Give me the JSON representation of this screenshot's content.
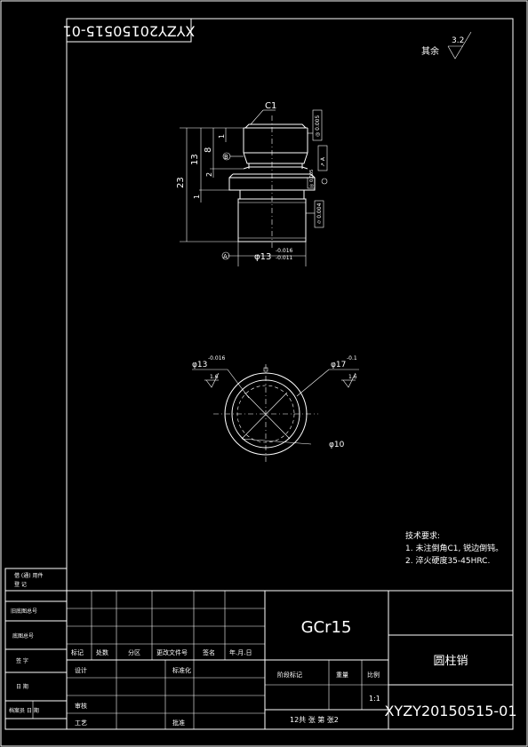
{
  "stamp": {
    "code_upside_down": "XYZY20150515-01"
  },
  "roughness": {
    "label": "其余",
    "value": "3.2"
  },
  "front_view": {
    "chamfer": "C1",
    "dim_total": "23",
    "dim_13": "13",
    "dim_8": "8",
    "dim_1a": "1",
    "dim_2": "2",
    "dim_1b": "1",
    "diameter": "φ13",
    "diameter_tol_upper": "-0.016",
    "diameter_tol_lower": "-0.011",
    "datum_a": "A",
    "datum_b": "B",
    "tol_frame_1": "◎ 0.005",
    "tol_frame_2": "↗ A",
    "tol_frame_3": "⌭ 0.004",
    "tol_frame_4": "◎ 0.005"
  },
  "section_view": {
    "dia_left": "φ13",
    "dia_left_tol": "-0.016",
    "rough_left": "1.6",
    "dia_right": "φ17",
    "dia_right_tol": "-0.1",
    "rough_right": "1.6",
    "dia_inner": "φ10"
  },
  "tech_req": {
    "title": "技术要求:",
    "line1": "1. 未注倒角C1, 锐边倒钝。",
    "line2": "2. 淬火硬度35-45HRC."
  },
  "side_table": [
    {
      "label": "借 (通) 用件\n登 记"
    },
    {
      "label": "旧底图总号"
    },
    {
      "label": "底图总号"
    },
    {
      "label": "签  字"
    },
    {
      "label": "日  期"
    },
    {
      "label": "档案员   日  期"
    }
  ],
  "title_block": {
    "material": "GCr15",
    "part_name": "圆柱销",
    "drawing_no": "XYZY20150515-01",
    "rev_headers": [
      "标记",
      "处数",
      "分区",
      "更改文件号",
      "签名",
      "年.月.日"
    ],
    "sign_rows": [
      "设计",
      "审核",
      "工艺"
    ],
    "std_label": "标准化",
    "approve_label": "批准",
    "stage_label": "阶段标记",
    "weight_label": "重量",
    "scale_label": "比例",
    "scale_value": "1:1",
    "sheet_info": "12共   张 第   张2"
  }
}
